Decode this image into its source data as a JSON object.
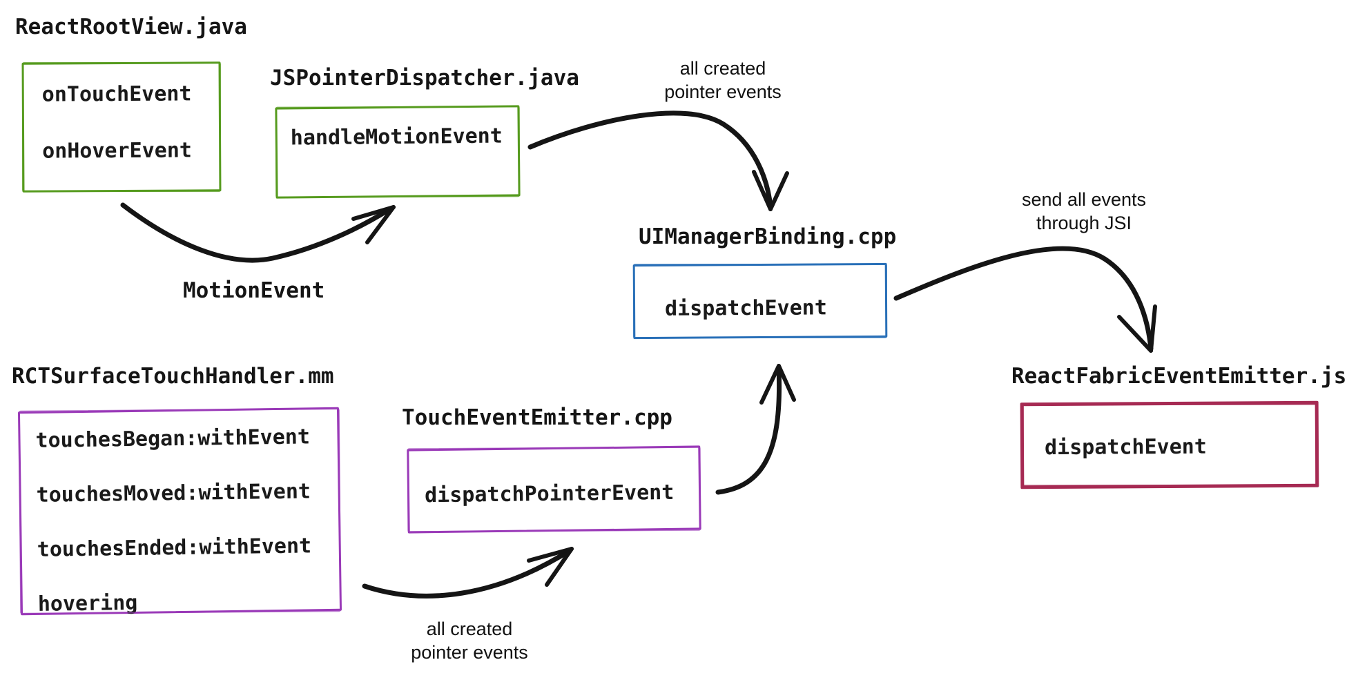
{
  "canvas": {
    "background": "#ffffff",
    "ink": "#151515"
  },
  "colors": {
    "green": "#569b1f",
    "blue": "#2a70b8",
    "purple": "#9a3ab8",
    "crimson": "#a62a53"
  },
  "nodes": {
    "reactRootView": {
      "title": "ReactRootView.java",
      "color": "#569b1f",
      "methods": [
        "onTouchEvent",
        "onHoverEvent"
      ]
    },
    "jsPointerDispatcher": {
      "title": "JSPointerDispatcher.java",
      "color": "#569b1f",
      "methods": [
        "handleMotionEvent"
      ]
    },
    "uiManagerBinding": {
      "title": "UIManagerBinding.cpp",
      "color": "#2a70b8",
      "methods": [
        "dispatchEvent"
      ]
    },
    "rctSurfaceTouchHandler": {
      "title": "RCTSurfaceTouchHandler.mm",
      "color": "#9a3ab8",
      "methods": [
        "touchesBegan:withEvent",
        "touchesMoved:withEvent",
        "touchesEnded:withEvent",
        "hovering"
      ]
    },
    "touchEventEmitter": {
      "title": "TouchEventEmitter.cpp",
      "color": "#9a3ab8",
      "methods": [
        "dispatchPointerEvent"
      ]
    },
    "reactFabricEventEmitter": {
      "title": "ReactFabricEventEmitter.js",
      "color": "#a62a53",
      "methods": [
        "dispatchEvent"
      ]
    }
  },
  "edges": [
    {
      "from": "reactRootView",
      "to": "jsPointerDispatcher",
      "label_lines": [
        "MotionEvent"
      ]
    },
    {
      "from": "jsPointerDispatcher",
      "to": "uiManagerBinding",
      "label_lines": [
        "all created",
        "pointer events"
      ]
    },
    {
      "from": "uiManagerBinding",
      "to": "reactFabricEventEmitter",
      "label_lines": [
        "send all events",
        "through JSI"
      ]
    },
    {
      "from": "rctSurfaceTouchHandler",
      "to": "touchEventEmitter",
      "label_lines": [
        "all created",
        "pointer events"
      ]
    },
    {
      "from": "touchEventEmitter",
      "to": "uiManagerBinding",
      "label_lines": []
    }
  ]
}
